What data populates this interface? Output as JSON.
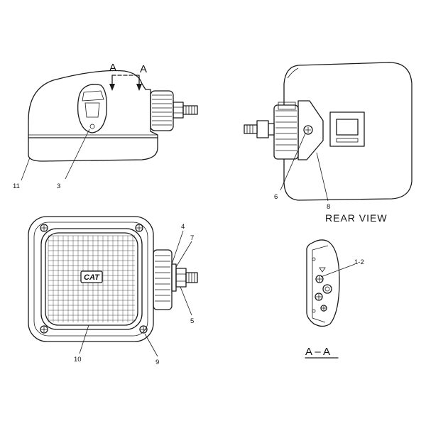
{
  "section_marks": {
    "left": "A",
    "right": "A"
  },
  "rear_view_caption": "REAR VIEW",
  "section_caption": "A – A",
  "lens_logo": "CAT",
  "callouts": {
    "c11": "11",
    "c3": "3",
    "c6": "6",
    "c8": "8",
    "c4": "4",
    "c7": "7",
    "c5": "5",
    "c10": "10",
    "c9": "9",
    "c12": "1-2"
  }
}
